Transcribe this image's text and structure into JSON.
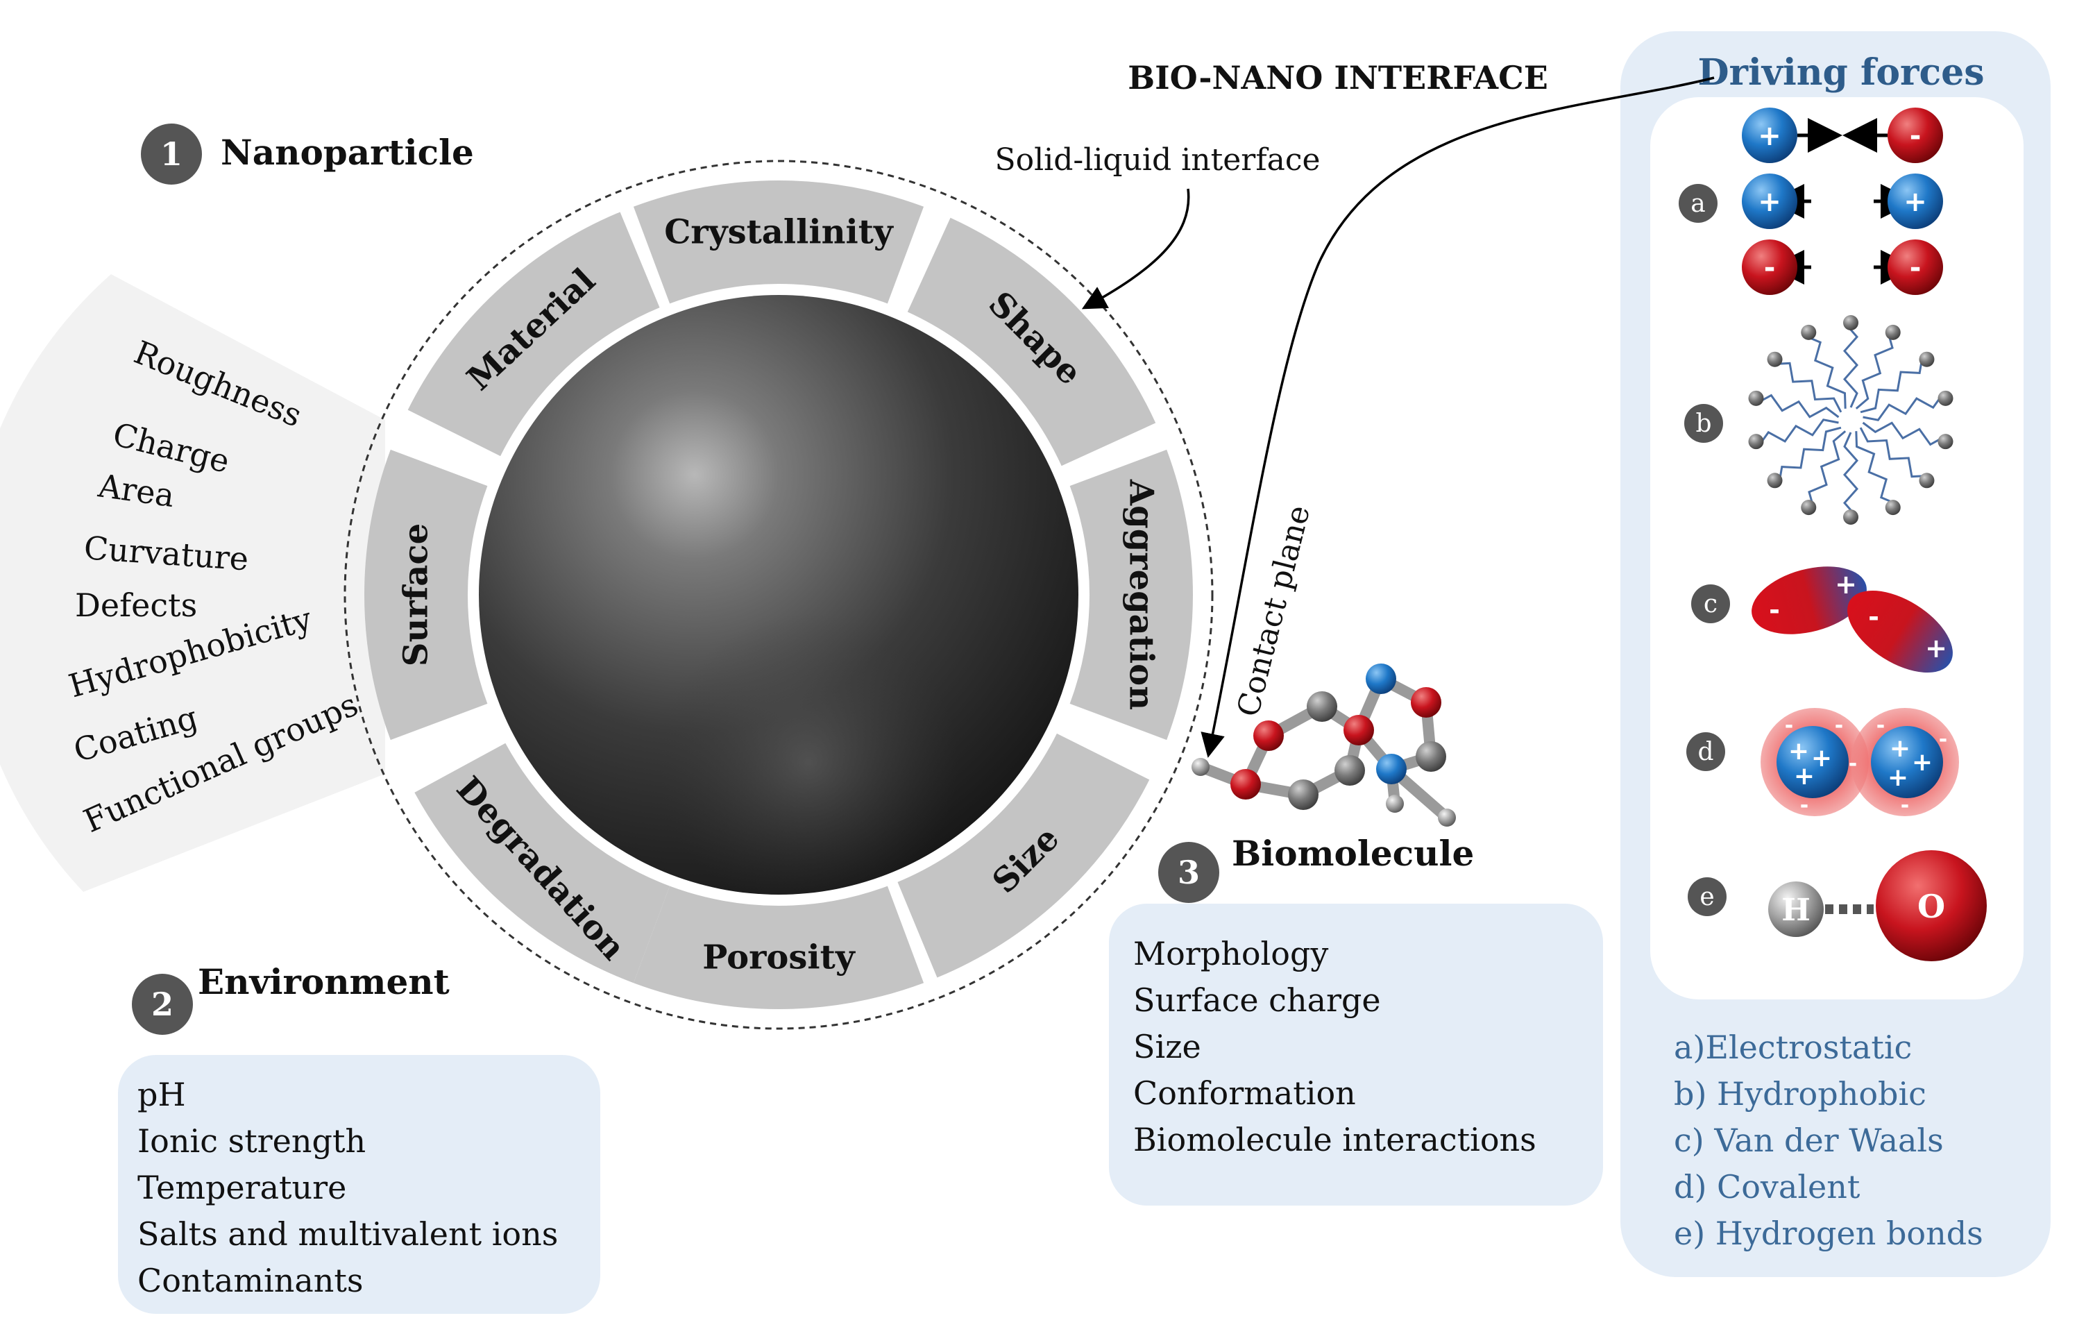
{
  "title": "BIO-NANO INTERFACE",
  "solid_liquid_label": "Solid-liquid interface",
  "contact_plane_label": "Contact plane",
  "nanoparticle": {
    "number": "1",
    "heading": "Nanoparticle",
    "ring_segments": [
      "Crystallinity",
      "Shape",
      "Aggregation",
      "Size",
      "Porosity",
      "Degradation",
      "Surface",
      "Material"
    ],
    "surface_properties": [
      "Roughness",
      "Charge",
      "Area",
      "Curvature",
      "Defects",
      "Hydrophobicity",
      "Coating",
      "Functional groups"
    ]
  },
  "environment": {
    "number": "2",
    "heading": "Environment",
    "items": [
      "pH",
      "Ionic strength",
      "Temperature",
      "Salts and multivalent ions",
      "Contaminants"
    ]
  },
  "biomolecule": {
    "number": "3",
    "heading": "Biomolecule",
    "items": [
      "Morphology",
      "Surface charge",
      "Size",
      "Conformation",
      "Biomolecule interactions"
    ]
  },
  "driving_forces": {
    "heading": "Driving forces",
    "letters": [
      "a",
      "b",
      "c",
      "d",
      "e"
    ],
    "legend": [
      "a)Electrostatic",
      "b) Hydrophobic",
      "c) Van der Waals",
      "d) Covalent",
      "e) Hydrogen bonds"
    ],
    "plus_sign": "+",
    "minus_sign": "-",
    "hydrogen_symbol": "H",
    "oxygen_symbol": "O"
  },
  "colors": {
    "heading_blue": "#2e5c8a",
    "legend_blue": "#3c6a98",
    "panel_light": "#e4edf7",
    "ring_grey": "#c4c4c4",
    "badge_grey": "#555555",
    "positive_blue": "#1f78c8",
    "negative_red": "#c8141e"
  }
}
